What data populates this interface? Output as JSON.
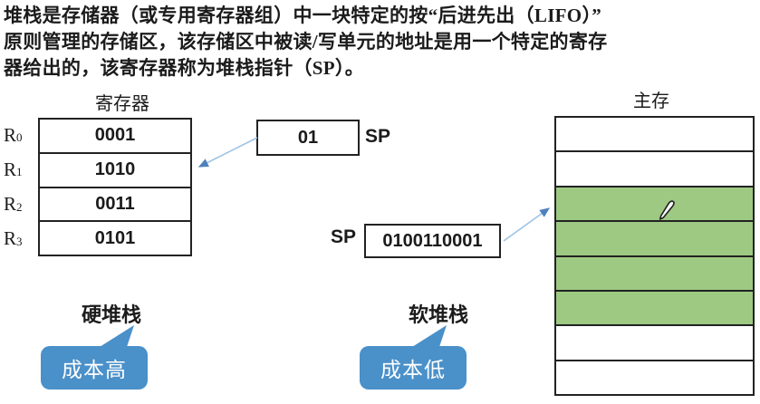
{
  "intro": {
    "lines": [
      "堆栈是存储器（或专用寄存器组）中一块特定的按“后进先出（LIFO）”",
      "原则管理的存储区，该存储区中被读/写单元的地址是用一个特定的寄存",
      "器给出的，该寄存器称为堆栈指针（SP）。"
    ]
  },
  "registers": {
    "title": "寄存器",
    "rows": [
      {
        "label": "R",
        "sub": "0",
        "value": "0001"
      },
      {
        "label": "R",
        "sub": "1",
        "value": "1010"
      },
      {
        "label": "R",
        "sub": "2",
        "value": "0011"
      },
      {
        "label": "R",
        "sub": "3",
        "value": "0101"
      }
    ]
  },
  "sp_register_pointer": {
    "value": "01",
    "label": "SP"
  },
  "sp_memory_pointer": {
    "label": "SP",
    "value": "0100110001"
  },
  "memory": {
    "title": "主存",
    "rows": [
      {
        "filled": false
      },
      {
        "filled": false
      },
      {
        "filled": true
      },
      {
        "filled": true
      },
      {
        "filled": true
      },
      {
        "filled": true
      },
      {
        "filled": false
      },
      {
        "filled": false
      }
    ]
  },
  "hard_stack": {
    "title": "硬堆栈",
    "callout": "成本高"
  },
  "soft_stack": {
    "title": "软堆栈",
    "callout": "成本低"
  },
  "colors": {
    "memory_fill_green": "#9DC983",
    "callout_blue": "#4A90C9",
    "arrow_line": "#9DC3E6",
    "arrow_head": "#4F81BD"
  }
}
